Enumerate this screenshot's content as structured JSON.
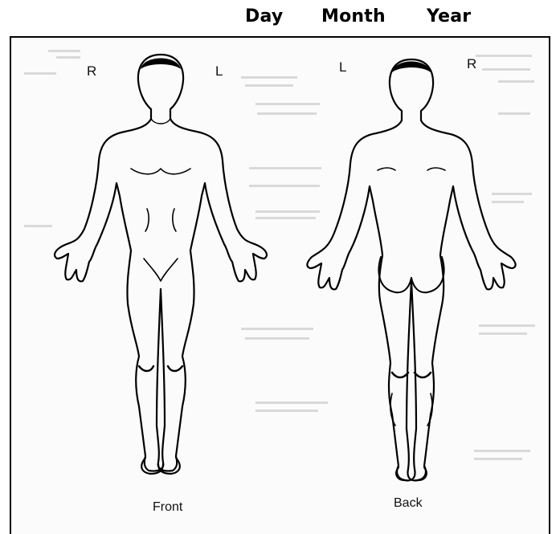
{
  "header": {
    "day_label": "Day",
    "month_label": "Month",
    "year_label": "Year"
  },
  "diagram": {
    "front": {
      "right_marker": "R",
      "left_marker": "L",
      "caption": "Front"
    },
    "back": {
      "left_marker": "L",
      "right_marker": "R",
      "caption": "Back"
    }
  }
}
